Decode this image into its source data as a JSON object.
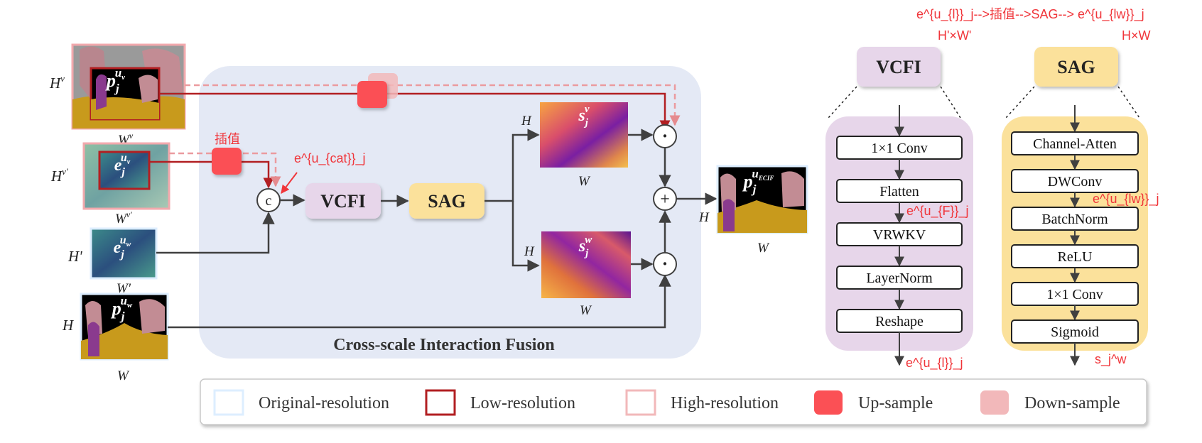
{
  "annotations": {
    "top_formula": "e^{u_{l}}_j-->插值-->SAG--> e^{u_{lw}}_j",
    "top_hw_left": "H'×W'",
    "top_hw_right": "H×W",
    "upsample_label": "插值",
    "cat_label": "e^{u_{cat}}_j",
    "uf_label": "e^{u_{F}}_j",
    "ulw_label": "e^{u_{lw}}_j",
    "ul_label": "e^{u_{l}}_j",
    "sjw_label": "s_j^w"
  },
  "inputs": {
    "pv": {
      "sym": "p",
      "sub": "j",
      "sup": "u",
      "supsub": "v",
      "h": "H",
      "hsup": "v",
      "w": "W",
      "wsup": "v"
    },
    "ev": {
      "sym": "e",
      "sub": "j",
      "sup": "u",
      "supsub": "v",
      "h": "H",
      "hsup": "v'",
      "w": "W",
      "wsup": "v'"
    },
    "ew": {
      "sym": "e",
      "sub": "j",
      "sup": "u",
      "supsub": "w",
      "h": "H'",
      "w": "W'"
    },
    "pw": {
      "sym": "p",
      "sub": "j",
      "sup": "u",
      "supsub": "w",
      "h": "H",
      "w": "W"
    }
  },
  "fusion": {
    "title": "Cross-scale Interaction Fusion",
    "concat_symbol": "c",
    "vcfi": "VCFI",
    "sag": "SAG",
    "dot_symbol": "·",
    "plus_symbol": "+",
    "sv": {
      "sym": "s",
      "sub": "j",
      "sup": "v",
      "h": "H",
      "w": "W"
    },
    "sw": {
      "sym": "s",
      "sub": "j",
      "sup": "w",
      "h": "H",
      "w": "W"
    }
  },
  "output": {
    "sym": "p",
    "sub": "j",
    "sup": "u",
    "supsub": "ECIF",
    "h": "H",
    "w": "W"
  },
  "vcfi_detail": {
    "title": "VCFI",
    "steps": [
      "1×1 Conv",
      "Flatten",
      "VRWKV",
      "LayerNorm",
      "Reshape"
    ]
  },
  "sag_detail": {
    "title": "SAG",
    "steps": [
      "Channel-Atten",
      "DWConv",
      "BatchNorm",
      "ReLU",
      "1×1 Conv",
      "Sigmoid"
    ]
  },
  "legend": [
    {
      "label": "Original-resolution",
      "kind": "original"
    },
    {
      "label": "Low-resolution",
      "kind": "low"
    },
    {
      "label": "High-resolution",
      "kind": "high"
    },
    {
      "label": "Up-sample",
      "kind": "up"
    },
    {
      "label": "Down-sample",
      "kind": "down"
    }
  ],
  "colors": {
    "red_accent": "#f0353a",
    "dark_red": "#b21f22",
    "upsample": "#fb5055",
    "downsample": "#f2b8ba",
    "vcfi_fill": "#e7d6ea",
    "sag_fill": "#fbe19b",
    "fusion_bg": "#e4e9f5",
    "arrow": "#404040"
  }
}
